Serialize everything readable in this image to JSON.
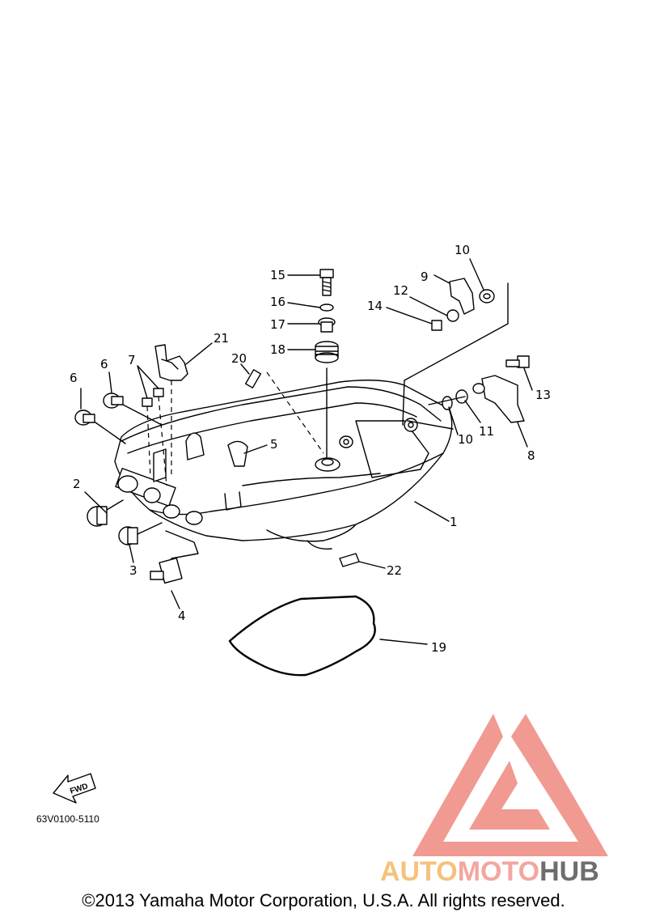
{
  "diagram": {
    "callouts": [
      {
        "id": "c1",
        "label": "1"
      },
      {
        "id": "c2",
        "label": "2"
      },
      {
        "id": "c3",
        "label": "3"
      },
      {
        "id": "c4",
        "label": "4"
      },
      {
        "id": "c5",
        "label": "5"
      },
      {
        "id": "c6a",
        "label": "6"
      },
      {
        "id": "c6b",
        "label": "6"
      },
      {
        "id": "c7",
        "label": "7"
      },
      {
        "id": "c8",
        "label": "8"
      },
      {
        "id": "c9",
        "label": "9"
      },
      {
        "id": "c10a",
        "label": "10"
      },
      {
        "id": "c10b",
        "label": "10"
      },
      {
        "id": "c11",
        "label": "11"
      },
      {
        "id": "c12",
        "label": "12"
      },
      {
        "id": "c13",
        "label": "13"
      },
      {
        "id": "c14",
        "label": "14"
      },
      {
        "id": "c15",
        "label": "15"
      },
      {
        "id": "c16",
        "label": "16"
      },
      {
        "id": "c17",
        "label": "17"
      },
      {
        "id": "c18",
        "label": "18"
      },
      {
        "id": "c19",
        "label": "19"
      },
      {
        "id": "c20",
        "label": "20"
      },
      {
        "id": "c21",
        "label": "21"
      },
      {
        "id": "c22",
        "label": "22"
      }
    ],
    "fwd_label": "FWD",
    "part_code": "63V0100-5110"
  },
  "watermark": {
    "brand_auto": "AUTO",
    "brand_moto": "MOTO",
    "brand_hub": "HUB",
    "colors": {
      "triangle": "#f08f86",
      "auto": "#f5c27c",
      "moto": "#f4a6a0",
      "hub": "#6e6e6e"
    }
  },
  "footer": {
    "copyright": "©2013 Yamaha Motor Corporation, U.S.A. All rights reserved."
  }
}
